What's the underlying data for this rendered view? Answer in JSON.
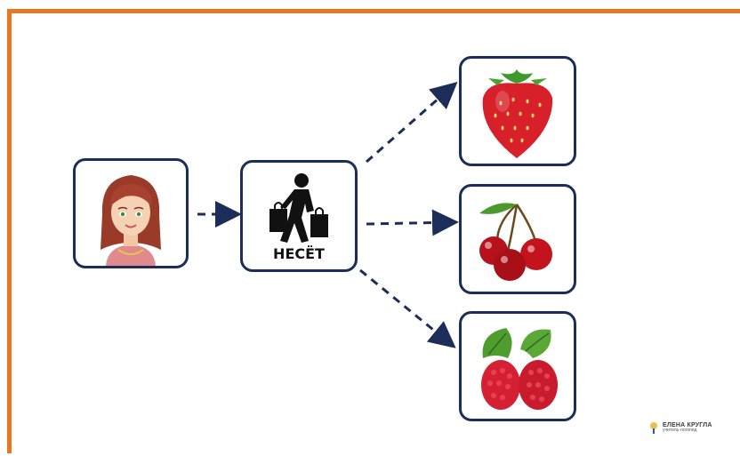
{
  "diagram": {
    "verb_label": "НЕСЁТ",
    "nodes": {
      "subject": "woman-icon",
      "action": "carrying-bags-icon",
      "objects": [
        "strawberry-icon",
        "cherry-icon",
        "raspberry-icon"
      ]
    }
  },
  "logo": {
    "name": "ЕЛЕНА КРУГЛА",
    "subtitle": "учитель-логопед"
  },
  "colors": {
    "frame": "#e87722",
    "card_border": "#1c2d5a",
    "arrow": "#1c2d5a"
  }
}
